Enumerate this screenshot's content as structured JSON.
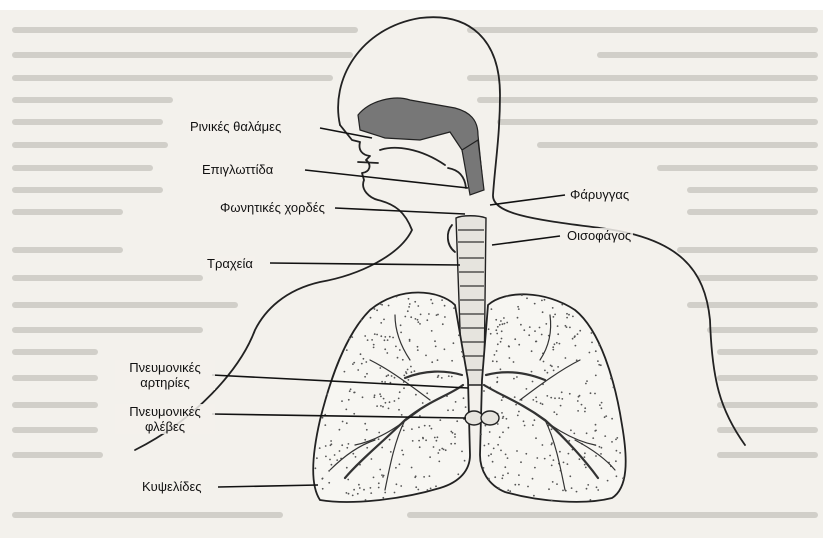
{
  "labels": {
    "nasal_cavities": "Ρινικές θαλάμες",
    "epiglottis": "Επιγλωττίδα",
    "vocal_cords": "Φωνητικές χορδές",
    "trachea": "Τραχεία",
    "pharynx": "Φάρυγγας",
    "esophagus": "Οισοφάγος",
    "pulmonary_arteries_line1": "Πνευμονικές",
    "pulmonary_arteries_line2": "αρτηρίες",
    "pulmonary_veins_line1": "Πνευμονικές",
    "pulmonary_veins_line2": "φλέβες",
    "alveoli": "Κυψελίδες"
  },
  "colors": {
    "paper": "#f3f1ec",
    "ink": "#222222",
    "airway_fill": "#777777"
  }
}
